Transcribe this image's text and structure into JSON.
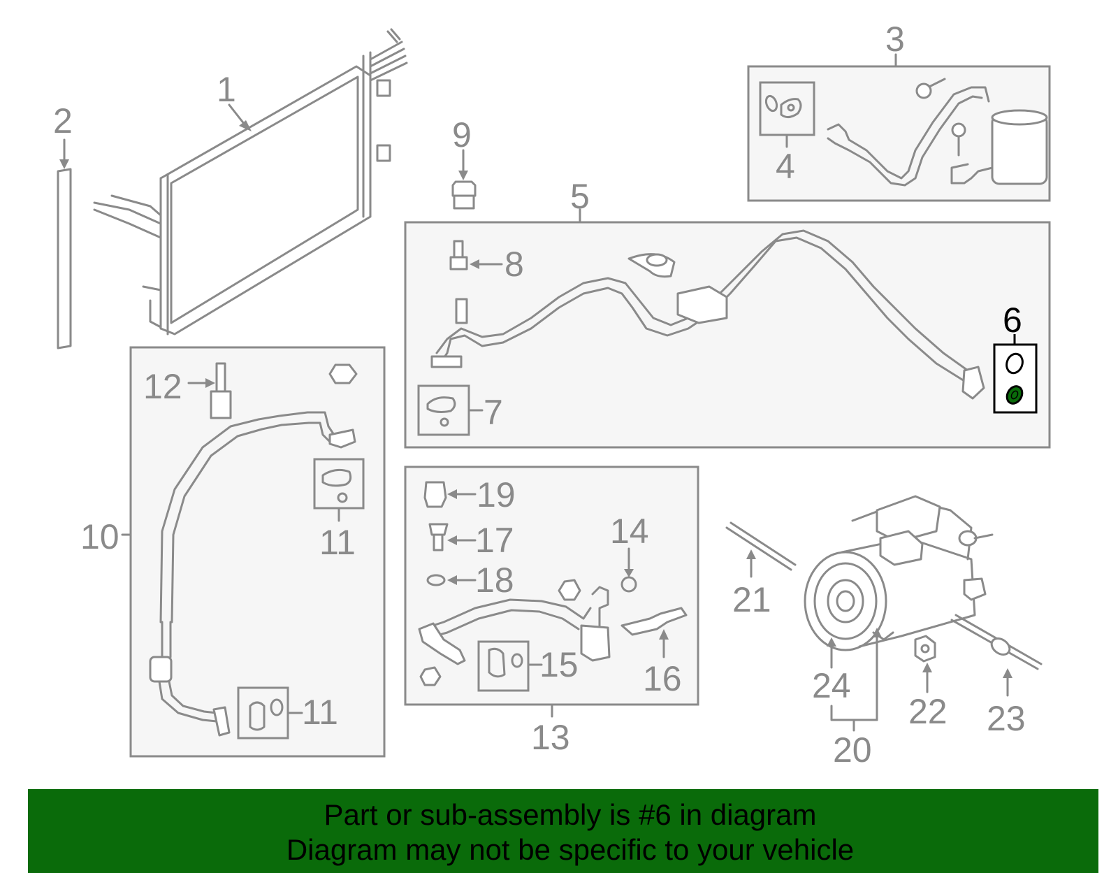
{
  "labels": {
    "n1": "1",
    "n2": "2",
    "n3": "3",
    "n4": "4",
    "n5": "5",
    "n6": "6",
    "n7": "7",
    "n8": "8",
    "n9": "9",
    "n10": "10",
    "n11a": "11",
    "n11b": "11",
    "n12": "12",
    "n13": "13",
    "n14": "14",
    "n15": "15",
    "n16": "16",
    "n17": "17",
    "n18": "18",
    "n19": "19",
    "n20": "20",
    "n21": "21",
    "n22": "22",
    "n23": "23",
    "n24": "24"
  },
  "highlight": {
    "part_number": "6",
    "color": "#0a6b0a"
  },
  "banner": {
    "line1": "Part or sub-assembly is #6 in diagram",
    "line2": "Diagram may not be specific to your vehicle",
    "background": "#0a6b0a"
  },
  "colors": {
    "line": "#8a8a8a",
    "panel": "#f6f6f6"
  }
}
